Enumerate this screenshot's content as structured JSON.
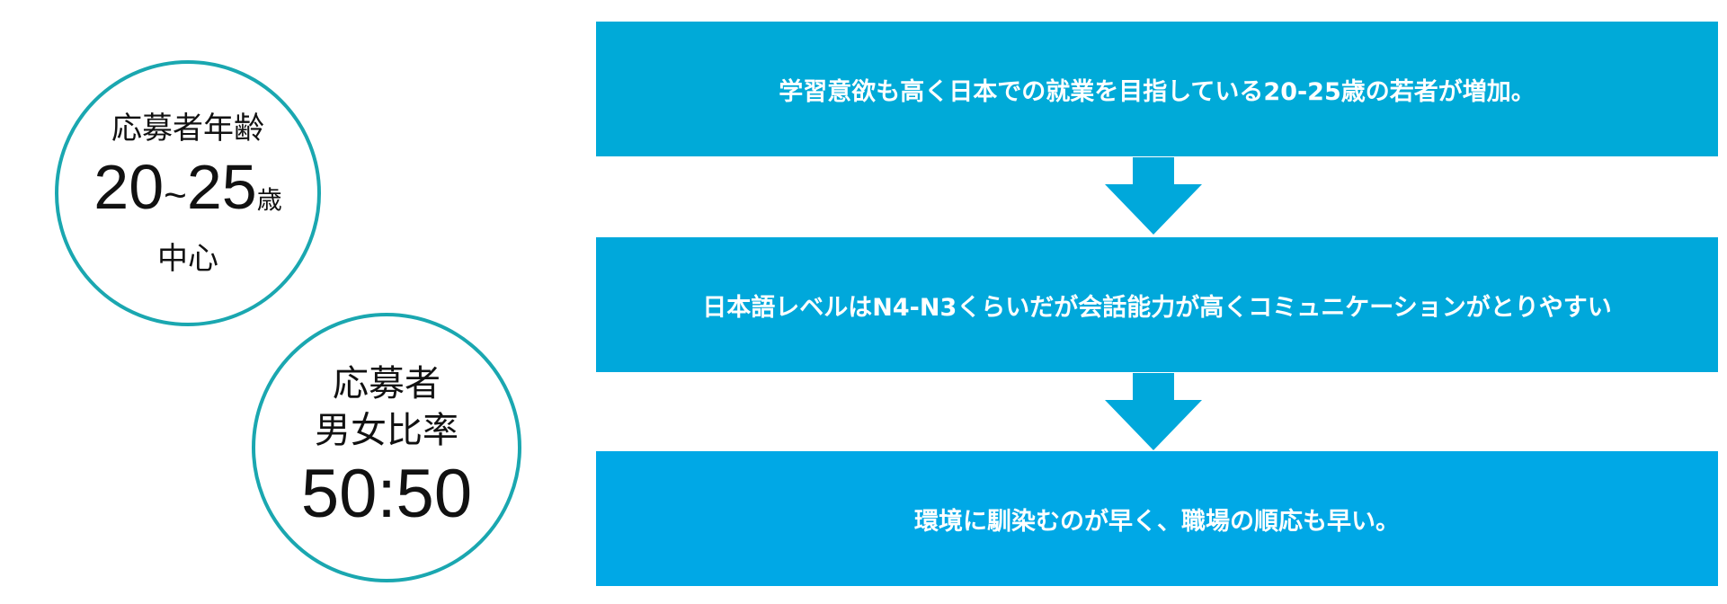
{
  "age_circle": {
    "label": "応募者年齢",
    "range_start": "20",
    "range_sep": "~",
    "range_end": "25",
    "unit": "歳",
    "suffix": "中心"
  },
  "gender_circle": {
    "label_line1": "応募者",
    "label_line2": "男女比率",
    "ratio": "50:50"
  },
  "flow": {
    "steps": [
      "学習意欲も高く日本での就業を目指している20-25歳の若者が増加。",
      "日本語レベルはN4-N3くらいだが会話能力が高くコミュニケーションがとりやすい",
      "環境に馴染むのが早く、職場の順応も早い。"
    ]
  },
  "colors": {
    "circle_border": "#1aa7b0",
    "step_fill": "#00aad8",
    "arrow_fill": "#00a8db"
  }
}
